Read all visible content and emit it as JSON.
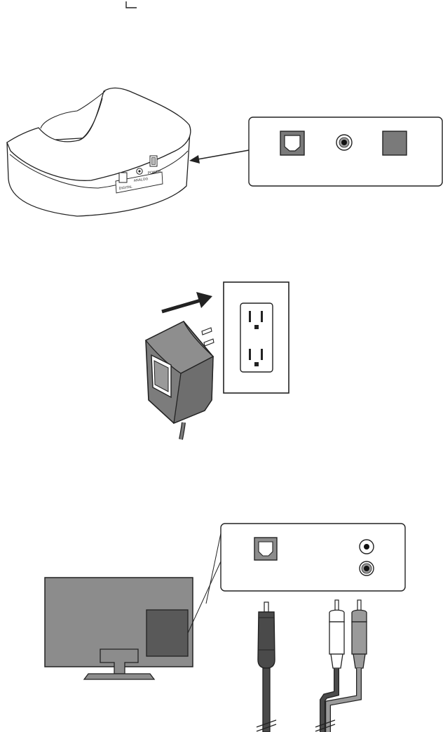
{
  "device": {
    "port_labels": [
      "DIGITAL",
      "ANALOG",
      "POWER"
    ]
  },
  "colors": {
    "ink": "#222222",
    "port_dark": "#7a7a7a",
    "tv_screen": "#8c8c8c",
    "tv_panel": "#595959",
    "cable_dark": "#4a4a4a",
    "cable_mid": "#9a9a9a",
    "adapter_gray": "#7c7c7c"
  },
  "icons": [
    "receiver-device-icon",
    "arrow-icon",
    "optical-port-icon",
    "analog-jack-icon",
    "power-port-icon",
    "power-adapter-icon",
    "wall-outlet-icon",
    "television-icon",
    "optical-cable-icon",
    "rca-cable-icon"
  ]
}
